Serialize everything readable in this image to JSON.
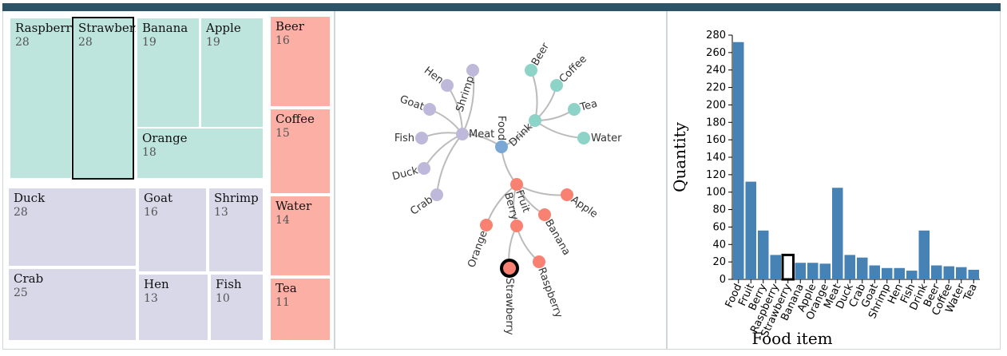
{
  "colors": {
    "fruit": "#bde5dd",
    "meat": "#d9d8e9",
    "drink": "#fbafa5",
    "fruit_node": "#f88171",
    "meat_node": "#beb9db",
    "drink_node": "#8dd3c7",
    "root_node": "#7ba7d7",
    "bar": "#4682b4",
    "topbar": "#2c5366"
  },
  "treemap": {
    "items": [
      {
        "name": "Raspberry",
        "value": "28",
        "group": "fruit"
      },
      {
        "name": "Strawberry",
        "value": "28",
        "group": "fruit",
        "selected": true
      },
      {
        "name": "Banana",
        "value": "19",
        "group": "fruit"
      },
      {
        "name": "Apple",
        "value": "19",
        "group": "fruit"
      },
      {
        "name": "Orange",
        "value": "18",
        "group": "fruit"
      },
      {
        "name": "Beer",
        "value": "16",
        "group": "drink"
      },
      {
        "name": "Coffee",
        "value": "15",
        "group": "drink"
      },
      {
        "name": "Water",
        "value": "14",
        "group": "drink"
      },
      {
        "name": "Tea",
        "value": "11",
        "group": "drink"
      },
      {
        "name": "Duck",
        "value": "28",
        "group": "meat"
      },
      {
        "name": "Goat",
        "value": "16",
        "group": "meat"
      },
      {
        "name": "Shrimp",
        "value": "13",
        "group": "meat"
      },
      {
        "name": "Crab",
        "value": "25",
        "group": "meat"
      },
      {
        "name": "Hen",
        "value": "13",
        "group": "meat"
      },
      {
        "name": "Fish",
        "value": "10",
        "group": "meat"
      }
    ]
  },
  "tree": {
    "root": "Food",
    "groups": [
      {
        "name": "Meat",
        "children": [
          "Shrimp",
          "Hen",
          "Goat",
          "Fish",
          "Duck",
          "Crab"
        ]
      },
      {
        "name": "Drink",
        "children": [
          "Beer",
          "Coffee",
          "Tea",
          "Water"
        ]
      },
      {
        "name": "Fruit",
        "children": [
          "Apple",
          "Banana",
          "Berry",
          "Orange"
        ]
      },
      {
        "name": "Berry",
        "children": [
          "Strawberry",
          "Raspberry"
        ]
      }
    ],
    "selected": "Strawberry"
  },
  "chart_data": {
    "type": "bar",
    "categories": [
      "Food",
      "Fruit",
      "Berry",
      "Raspberry",
      "Strawberry",
      "Banana",
      "Apple",
      "Orange",
      "Meat",
      "Duck",
      "Crab",
      "Goat",
      "Shrimp",
      "Hen",
      "Fish",
      "Drink",
      "Beer",
      "Coffee",
      "Water",
      "Tea"
    ],
    "values": [
      272,
      112,
      56,
      28,
      28,
      19,
      19,
      18,
      105,
      28,
      25,
      16,
      13,
      13,
      10,
      56,
      16,
      15,
      14,
      11
    ],
    "selected": "Strawberry",
    "xlabel": "Food item",
    "ylabel": "Quantity",
    "ylim": [
      0,
      280
    ],
    "yticks": [
      0,
      20,
      40,
      60,
      80,
      100,
      120,
      140,
      160,
      180,
      200,
      220,
      240,
      260,
      280
    ]
  }
}
